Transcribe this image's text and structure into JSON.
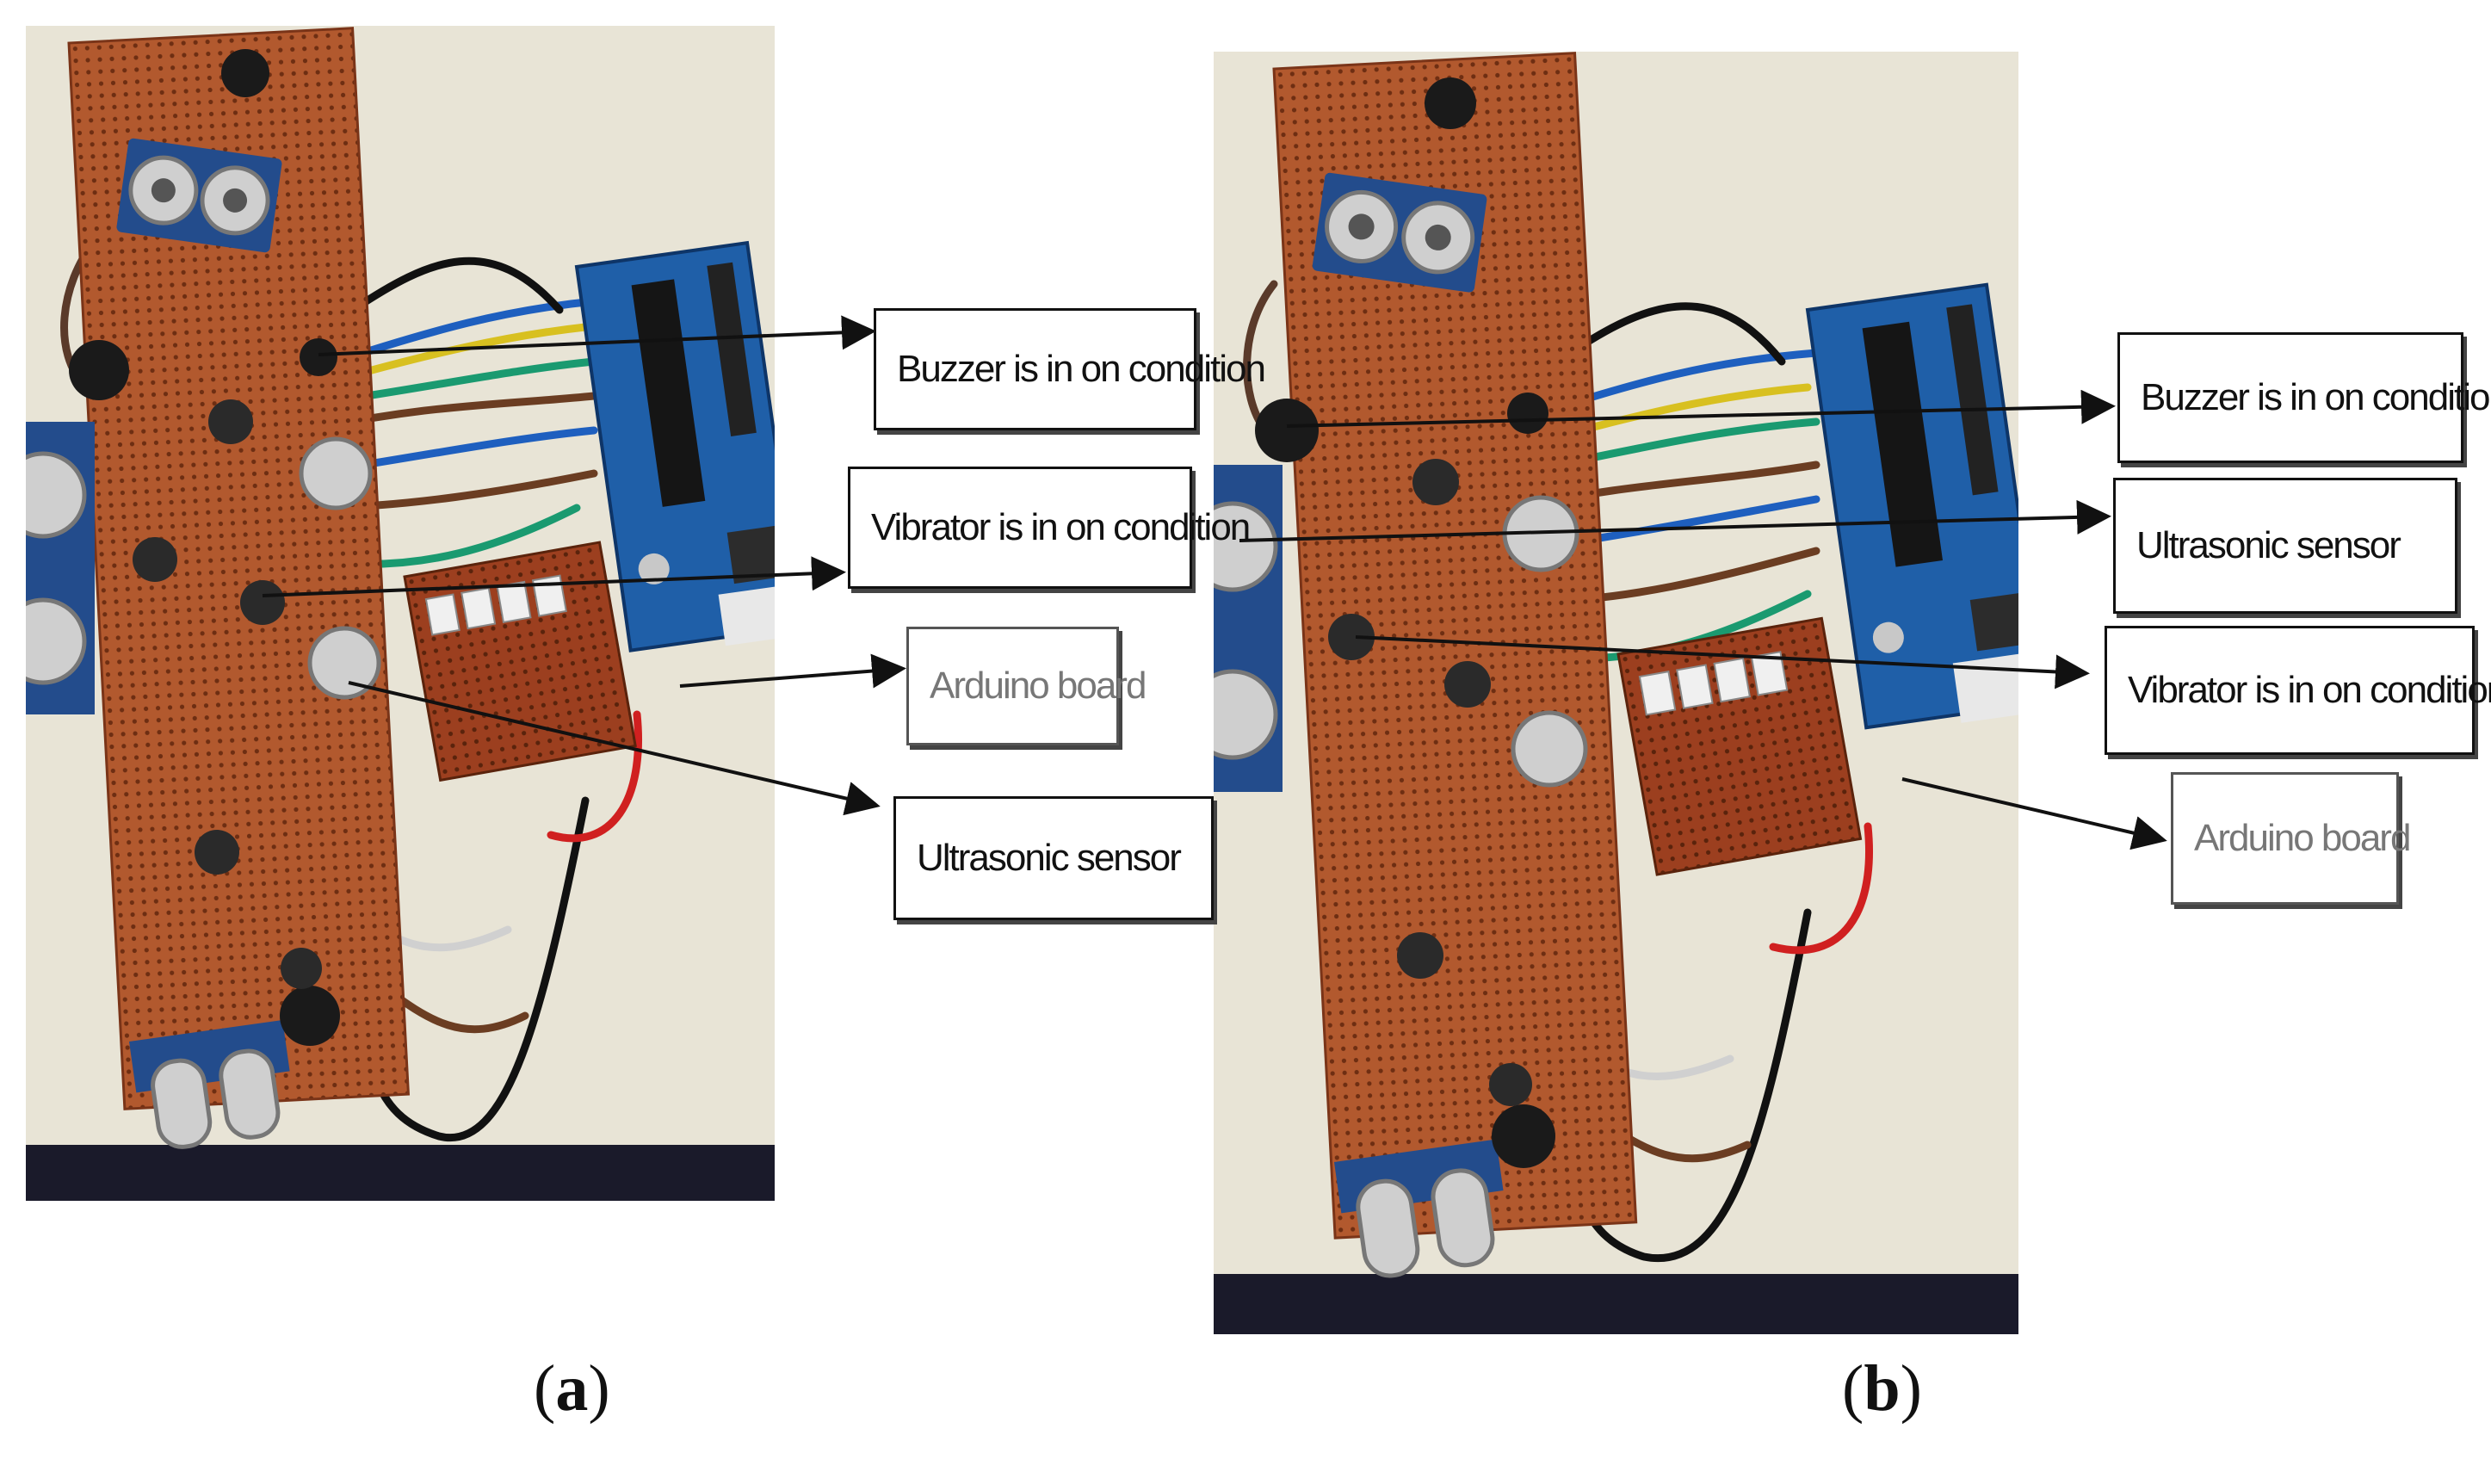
{
  "panel_a": {
    "caption_letter": "a",
    "labels": {
      "buzzer": "Buzzer is in on condition",
      "vibrator": "Vibrator is in on condition",
      "arduino": "Arduino board",
      "ultrasonic": "Ultrasonic sensor"
    }
  },
  "panel_b": {
    "caption_letter": "b",
    "labels": {
      "buzzer": "Buzzer is in on condition",
      "ultrasonic": "Ultrasonic sensor",
      "vibrator": "Vibrator is in on condition",
      "arduino": "Arduino board"
    }
  },
  "colors": {
    "pcb": "#b2592e",
    "background": "#e8e4d6",
    "arduino": "#1f5fa8",
    "arrow": "#111111"
  }
}
